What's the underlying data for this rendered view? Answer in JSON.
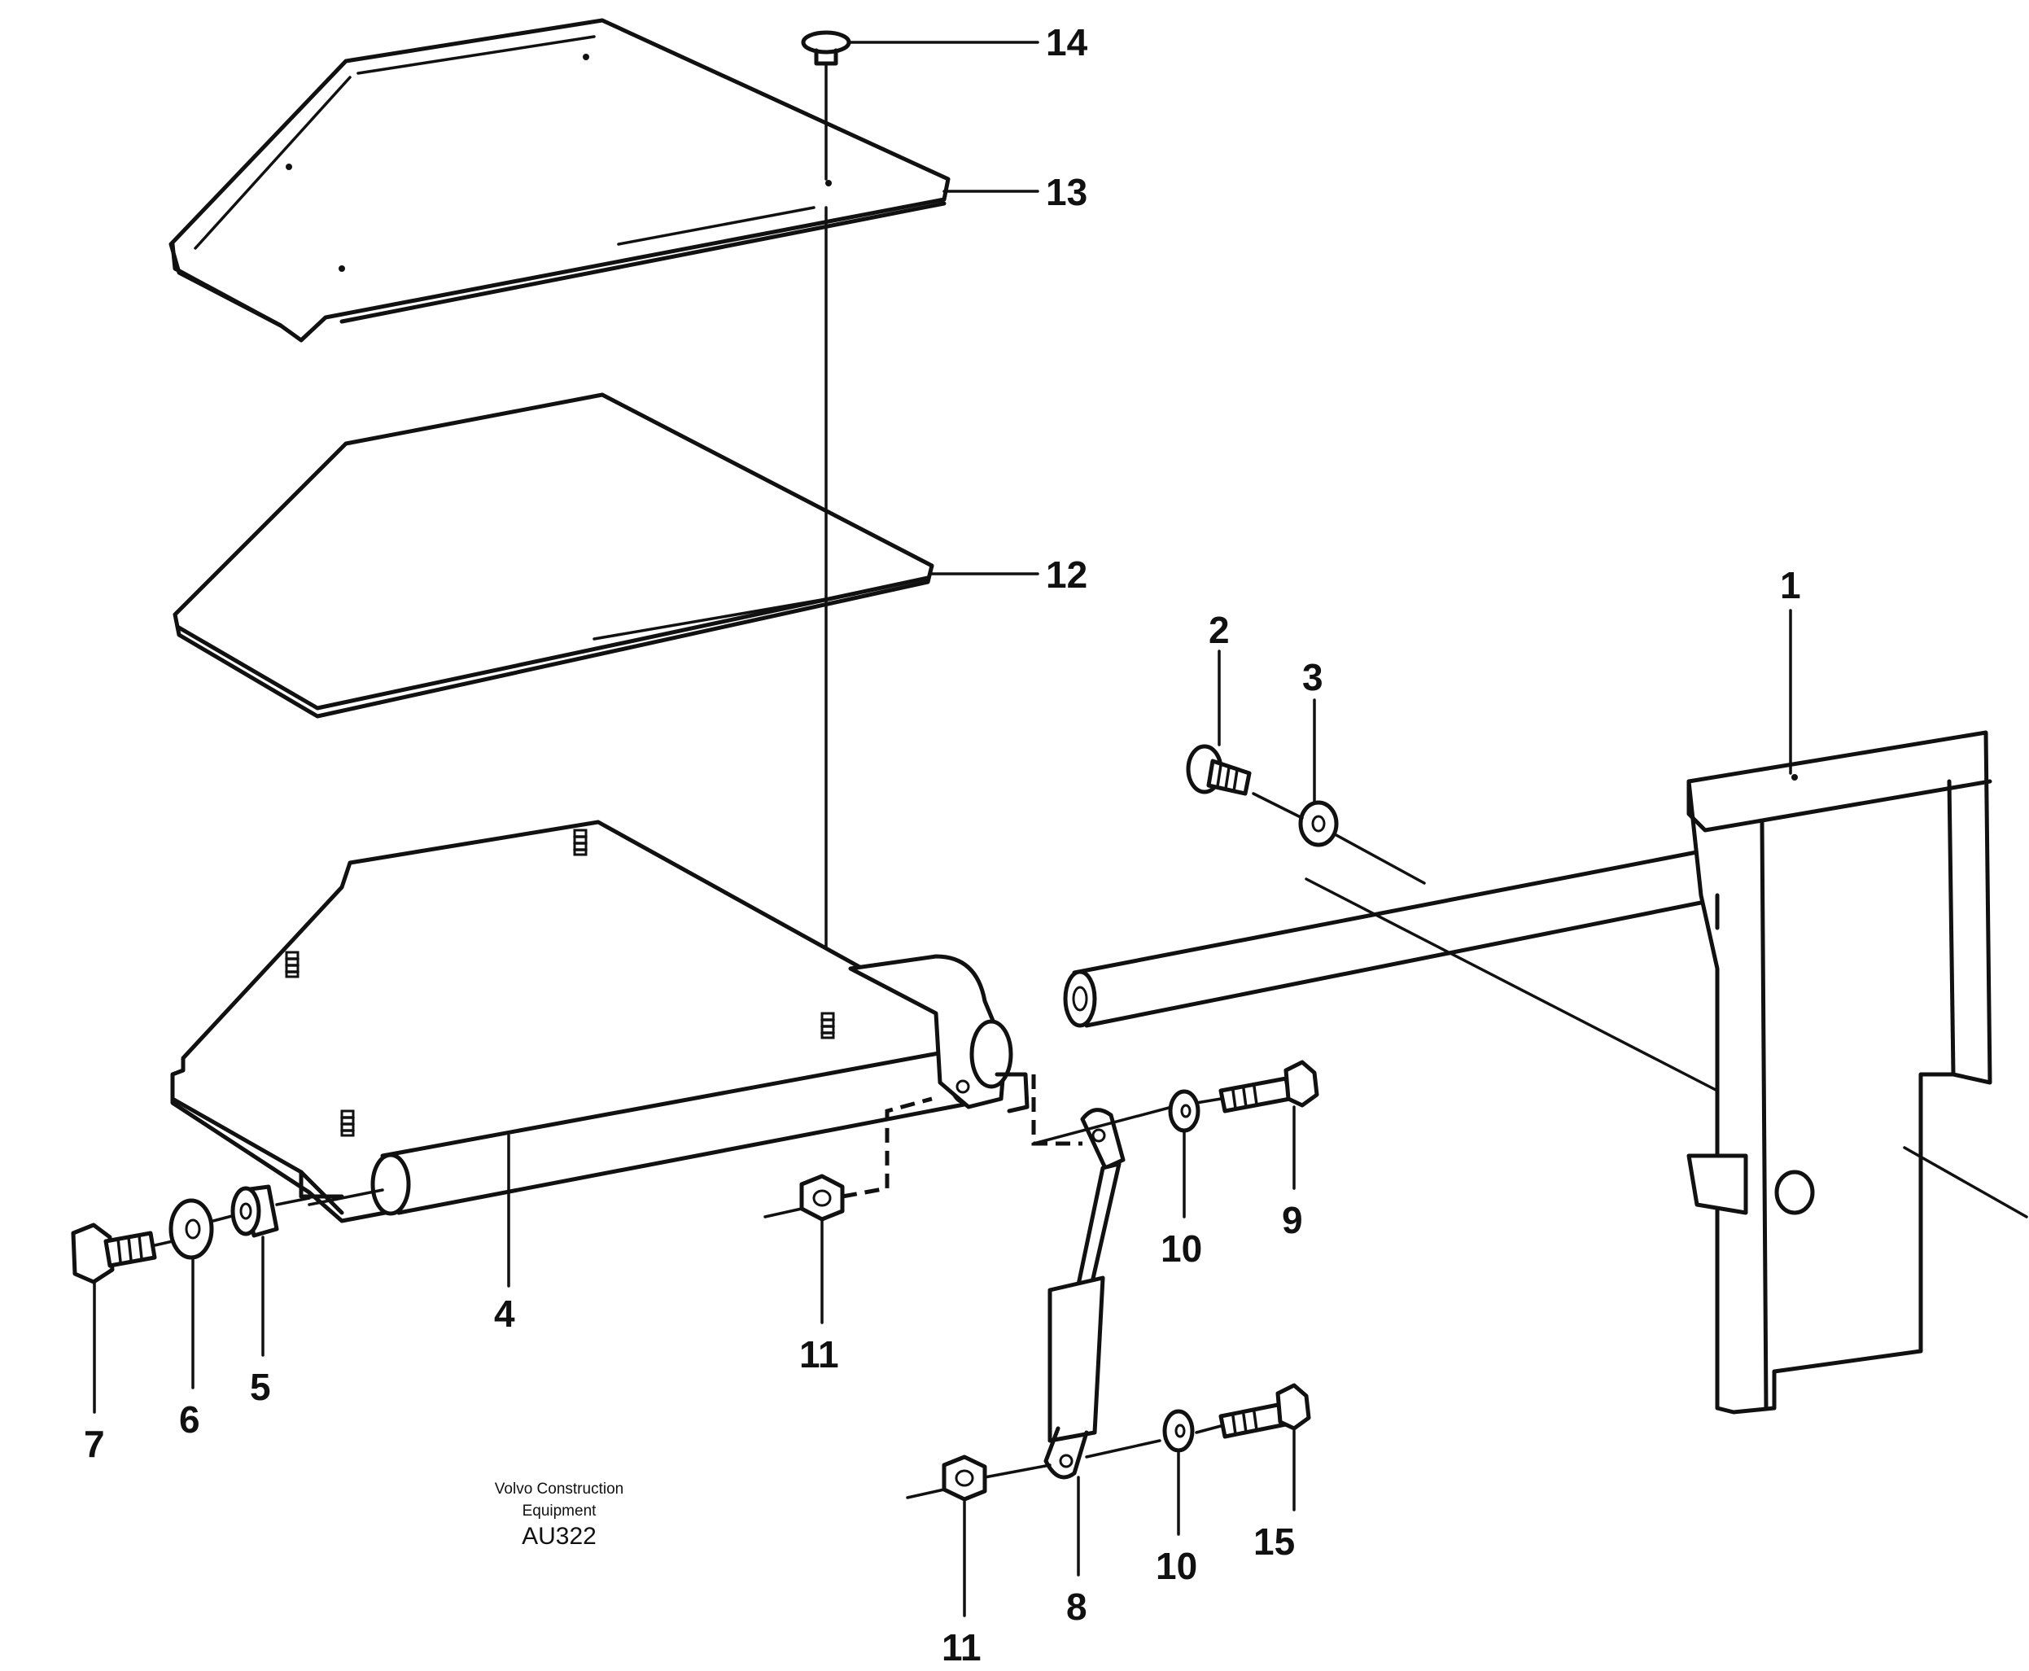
{
  "callouts": {
    "c1": "1",
    "c2": "2",
    "c3": "3",
    "c4": "4",
    "c5": "5",
    "c6": "6",
    "c7": "7",
    "c8": "8",
    "c9": "9",
    "c10a": "10",
    "c10b": "10",
    "c11a": "11",
    "c11b": "11",
    "c12": "12",
    "c13": "13",
    "c14": "14",
    "c15": "15"
  },
  "credit": {
    "line1": "Volvo Construction",
    "line2": "Equipment",
    "code": "AU322"
  }
}
